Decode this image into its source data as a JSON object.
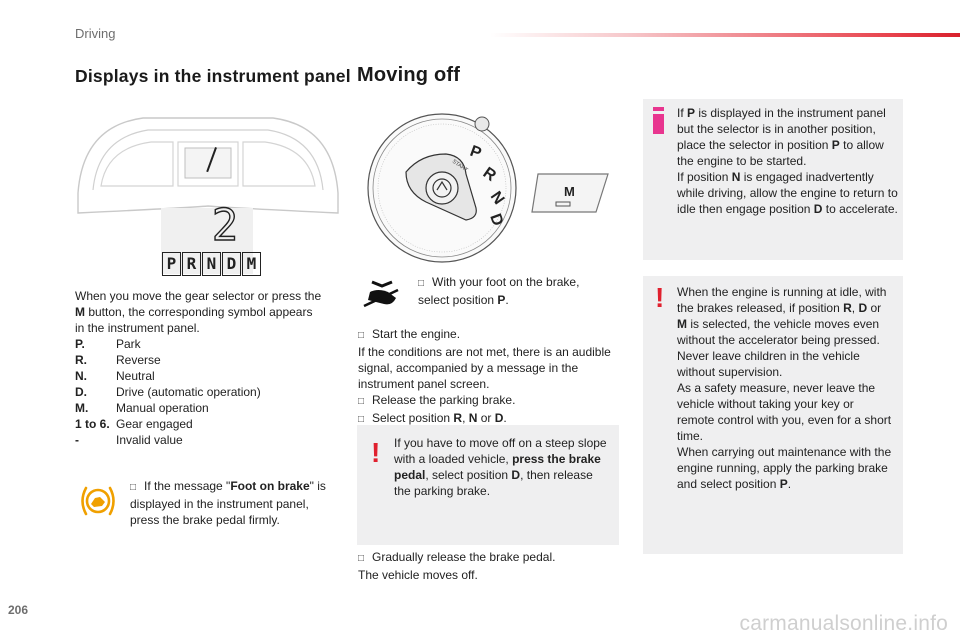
{
  "header": {
    "section": "Driving"
  },
  "left": {
    "title": "Displays in the instrument panel",
    "display": {
      "digit": "2",
      "letters": [
        "P",
        "R",
        "N",
        "D",
        "M"
      ]
    },
    "intro_parts": [
      "When you move the gear selector or press the ",
      "M",
      " button, the corresponding symbol appears in the instrument panel."
    ],
    "list": [
      {
        "k": "P.",
        "v": "Park"
      },
      {
        "k": "R.",
        "v": "Reverse"
      },
      {
        "k": "N.",
        "v": "Neutral"
      },
      {
        "k": "D.",
        "v": "Drive (automatic operation)"
      },
      {
        "k": "M.",
        "v": "Manual operation"
      },
      {
        "k": "1 to 6.",
        "v": "Gear engaged"
      },
      {
        "k": "-",
        "v": "Invalid value"
      }
    ],
    "foot_on_brake": {
      "pre": "If the message \"",
      "bold": "Foot on brake",
      "post": "\" is displayed in the instrument panel, press the brake pedal firmly."
    }
  },
  "middle": {
    "title": "Moving off",
    "selector_labels": [
      "P",
      "R",
      "N",
      "D"
    ],
    "start_label": "START",
    "m_label": "M",
    "step1": {
      "pre": "With your foot on the brake, select position ",
      "bold": "P",
      "post": "."
    },
    "step2": {
      "bullet1": "Start the engine.",
      "line2": "If the conditions are not met, there is an audible signal, accompanied by a message in the instrument panel screen.",
      "bullet2": "Release the parking brake.",
      "bullet3": {
        "pre": "Select position ",
        "b1": "R",
        "mid1": ", ",
        "b2": "N",
        "mid2": " or ",
        "b3": "D",
        "post": "."
      }
    },
    "warning": {
      "pre": "If you have to move off on a steep slope with a loaded vehicle, ",
      "bold": "press the brake pedal",
      "mid": ", select position ",
      "bold2": "D",
      "post": ", then release the parking brake."
    },
    "step3": {
      "bullet": "Gradually release the brake pedal.",
      "line2": "The vehicle moves off."
    }
  },
  "right": {
    "info": {
      "l1pre": "If ",
      "l1b": "P",
      "l1post": " is displayed in the instrument panel but the selector is in another position, place the selector in position ",
      "l2b": "P",
      "l2post": " to allow the engine to be started.",
      "l3pre": "If position ",
      "l3b": "N",
      "l3post": " is engaged inadvertently while driving, allow the engine to return to idle then engage position ",
      "l4b": "D",
      "l4post": " to accelerate."
    },
    "warning": {
      "p1pre": "When the engine is running at idle, with the brakes released, if position ",
      "b1": "R",
      "s1": ", ",
      "b2": "D",
      "s2": " or ",
      "b3": "M",
      "p1post": " is selected, the vehicle moves even without the accelerator being pressed.",
      "p2": "Never leave children in the vehicle without supervision.",
      "p3": "As a safety measure, never leave the vehicle without taking your key or remote control with you, even for a short time.",
      "p4pre": "When carrying out maintenance with the engine running, apply the parking brake and select position ",
      "p4b": "P",
      "p4post": "."
    }
  },
  "footer": {
    "page_number": "206",
    "watermark": "carmanualsonline.info"
  },
  "colors": {
    "accent_red": "#e0202e",
    "info_pink": "#e8358f",
    "box_grey": "#efeff0"
  },
  "icons": [
    "info-icon",
    "warning-icon",
    "foot-on-brake-icon",
    "foot-brake-pedal-icon",
    "gear-selector-icon"
  ]
}
